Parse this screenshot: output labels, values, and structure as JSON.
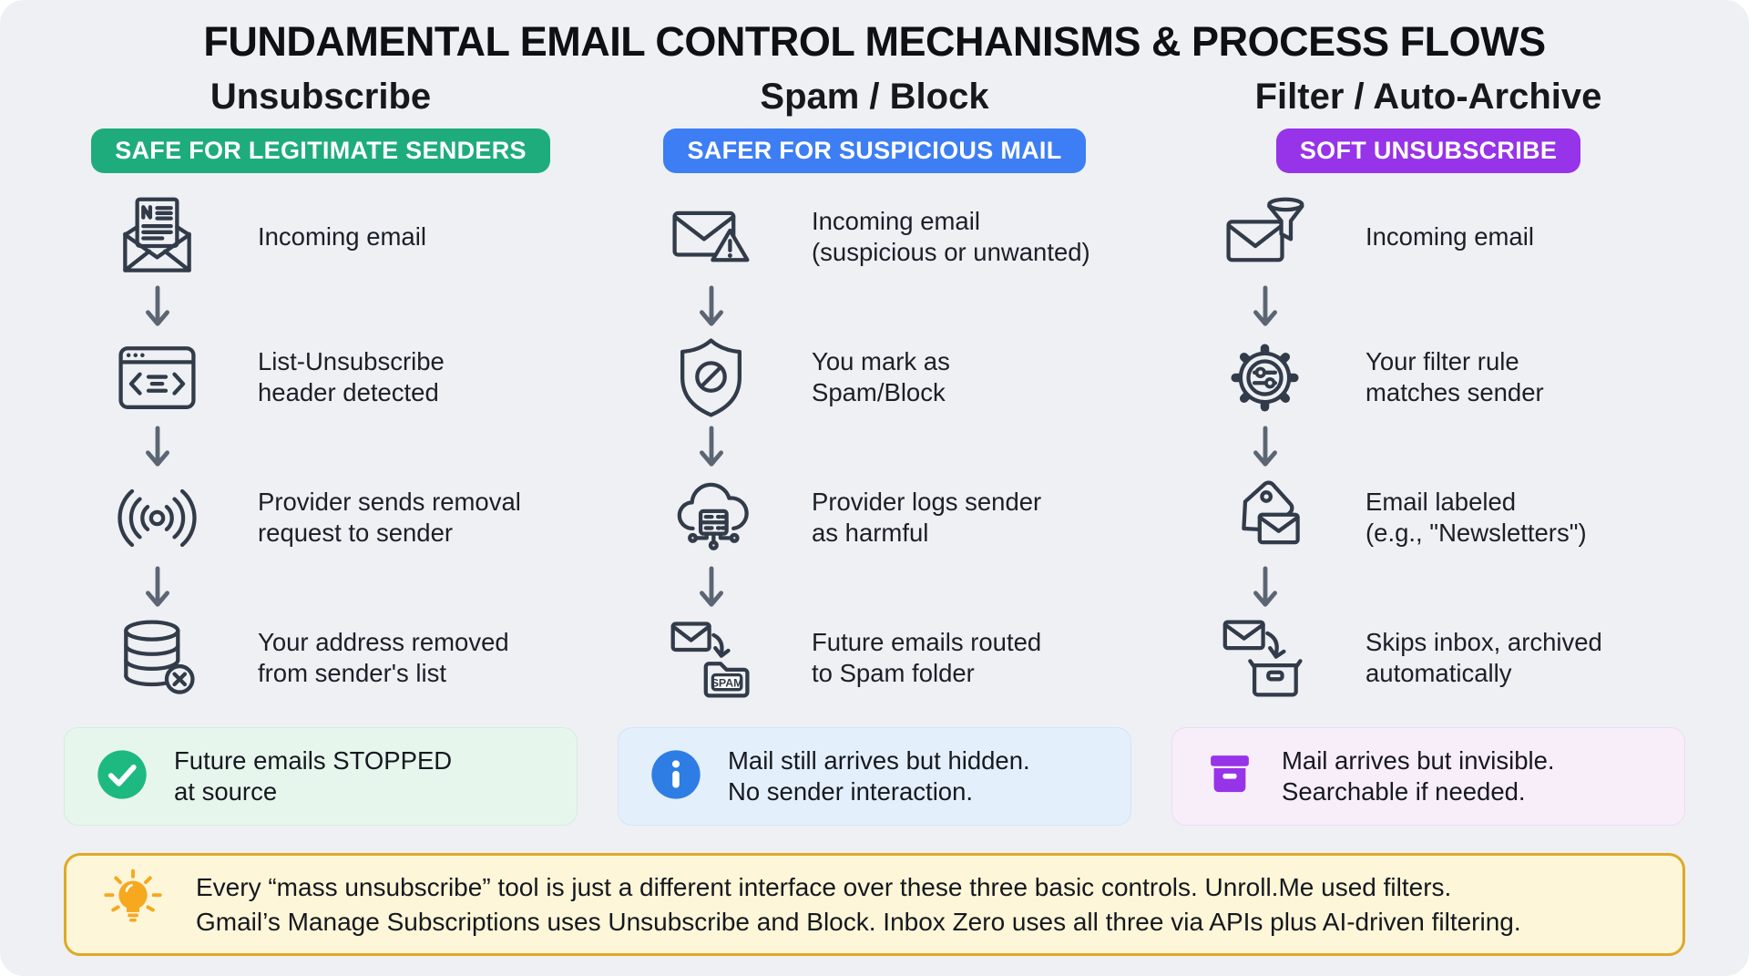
{
  "title": "FUNDAMENTAL EMAIL CONTROL MECHANISMS & PROCESS FLOWS",
  "colors": {
    "background": "#eef0f4",
    "icon_stroke": "#323b49",
    "arrow": "#5c6573",
    "badge_green": "#1fac7c",
    "badge_blue": "#3d7ef4",
    "badge_purple": "#9733e8",
    "result_green_bg": "#e7f6ed",
    "result_blue_bg": "#e4effc",
    "result_purple_bg": "#f8eefa",
    "footer_bg": "#fdf6d8",
    "footer_border": "#dfa826",
    "bulb_orange": "#f6a81f"
  },
  "columns": [
    {
      "heading": "Unsubscribe",
      "badge": {
        "label": "SAFE FOR LEGITIMATE SENDERS",
        "color": "#1fac7c"
      },
      "steps": [
        {
          "icon": "newsletter-email-icon",
          "text": "Incoming email"
        },
        {
          "icon": "list-unsubscribe-header-icon",
          "text": "List-Unsubscribe\nheader detected"
        },
        {
          "icon": "broadcast-signal-icon",
          "text": "Provider sends removal\nrequest to sender"
        },
        {
          "icon": "database-remove-icon",
          "text": "Your address removed\nfrom sender's list"
        }
      ],
      "result": {
        "icon": "check-circle-icon",
        "text": "Future emails STOPPED\nat source",
        "accent": "#1db981"
      }
    },
    {
      "heading": "Spam / Block",
      "badge": {
        "label": "SAFER FOR SUSPICIOUS MAIL",
        "color": "#3d7ef4"
      },
      "steps": [
        {
          "icon": "suspicious-email-icon",
          "text": "Incoming email\n(suspicious or unwanted)"
        },
        {
          "icon": "shield-block-icon",
          "text": "You mark as\nSpam/Block"
        },
        {
          "icon": "cloud-server-icon",
          "text": "Provider logs sender\nas harmful"
        },
        {
          "icon": "spam-folder-icon",
          "text": "Future emails routed\nto Spam folder"
        }
      ],
      "result": {
        "icon": "info-circle-icon",
        "text": "Mail still arrives but hidden.\nNo sender interaction.",
        "accent": "#2d7de5"
      }
    },
    {
      "heading": "Filter / Auto-Archive",
      "badge": {
        "label": "SOFT UNSUBSCRIBE",
        "color": "#9733e8"
      },
      "steps": [
        {
          "icon": "filter-email-icon",
          "text": "Incoming email"
        },
        {
          "icon": "filter-rule-gear-icon",
          "text": "Your filter rule\nmatches sender"
        },
        {
          "icon": "label-email-icon",
          "text": "Email labeled\n(e.g., \"Newsletters\")"
        },
        {
          "icon": "archive-email-icon",
          "text": "Skips inbox, archived\nautomatically"
        }
      ],
      "result": {
        "icon": "archive-box-icon",
        "text": "Mail arrives but invisible.\nSearchable if needed.",
        "accent": "#9733e8"
      }
    }
  ],
  "spam_folder_label": "SPAM",
  "footer": {
    "icon": "lightbulb-icon",
    "text": "Every “mass unsubscribe” tool is just a different interface over these three basic controls. Unroll.Me used filters.\nGmail’s Manage Subscriptions uses Unsubscribe and Block. Inbox Zero uses all three via APIs plus AI-driven filtering."
  }
}
